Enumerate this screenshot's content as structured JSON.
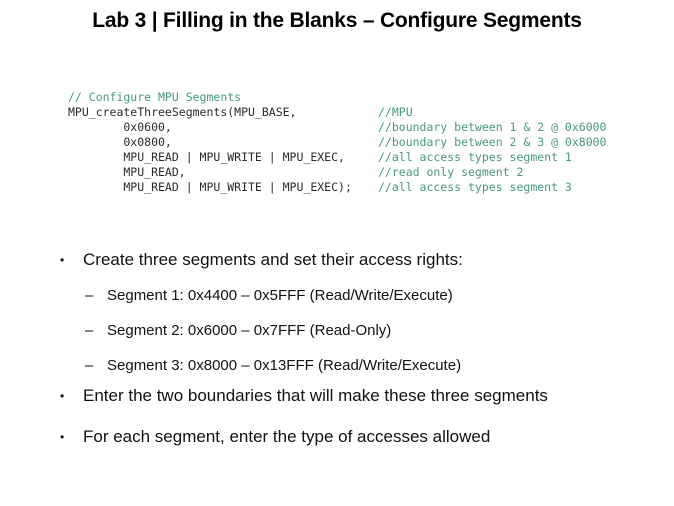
{
  "slide": {
    "title": "Lab 3 | Filling in the Blanks – Configure Segments"
  },
  "code": {
    "header_comment": "// Configure MPU Segments",
    "lines": [
      {
        "code": "MPU_createThreeSegments(MPU_BASE,",
        "comment": "//MPU"
      },
      {
        "code": "        0x0600,",
        "comment": "//boundary between 1 & 2 @ 0x6000"
      },
      {
        "code": "        0x0800,",
        "comment": "//boundary between 2 & 3 @ 0x8000"
      },
      {
        "code": "        MPU_READ | MPU_WRITE | MPU_EXEC,",
        "comment": "//all access types segment 1"
      },
      {
        "code": "        MPU_READ,",
        "comment": "//read only segment 2"
      },
      {
        "code": "        MPU_READ | MPU_WRITE | MPU_EXEC);",
        "comment": "//all access types segment 3"
      }
    ],
    "colors": {
      "code_text": "#2b2b2b",
      "comment_text": "#46997C"
    }
  },
  "bullets": [
    {
      "level": 1,
      "text": "Create three segments and set their access rights:"
    },
    {
      "level": 2,
      "text": "Segment 1: 0x4400 – 0x5FFF (Read/Write/Execute)"
    },
    {
      "level": 2,
      "text": "Segment 2: 0x6000 – 0x7FFF (Read-Only)"
    },
    {
      "level": 2,
      "text": "Segment 3: 0x8000 – 0x13FFF (Read/Write/Execute)"
    },
    {
      "level": 1,
      "text": "Enter the two boundaries that will make these three segments"
    },
    {
      "level": 1,
      "text": "For each segment, enter the type of accesses allowed"
    }
  ],
  "glyphs": {
    "bullet": "•",
    "dash": "–"
  }
}
